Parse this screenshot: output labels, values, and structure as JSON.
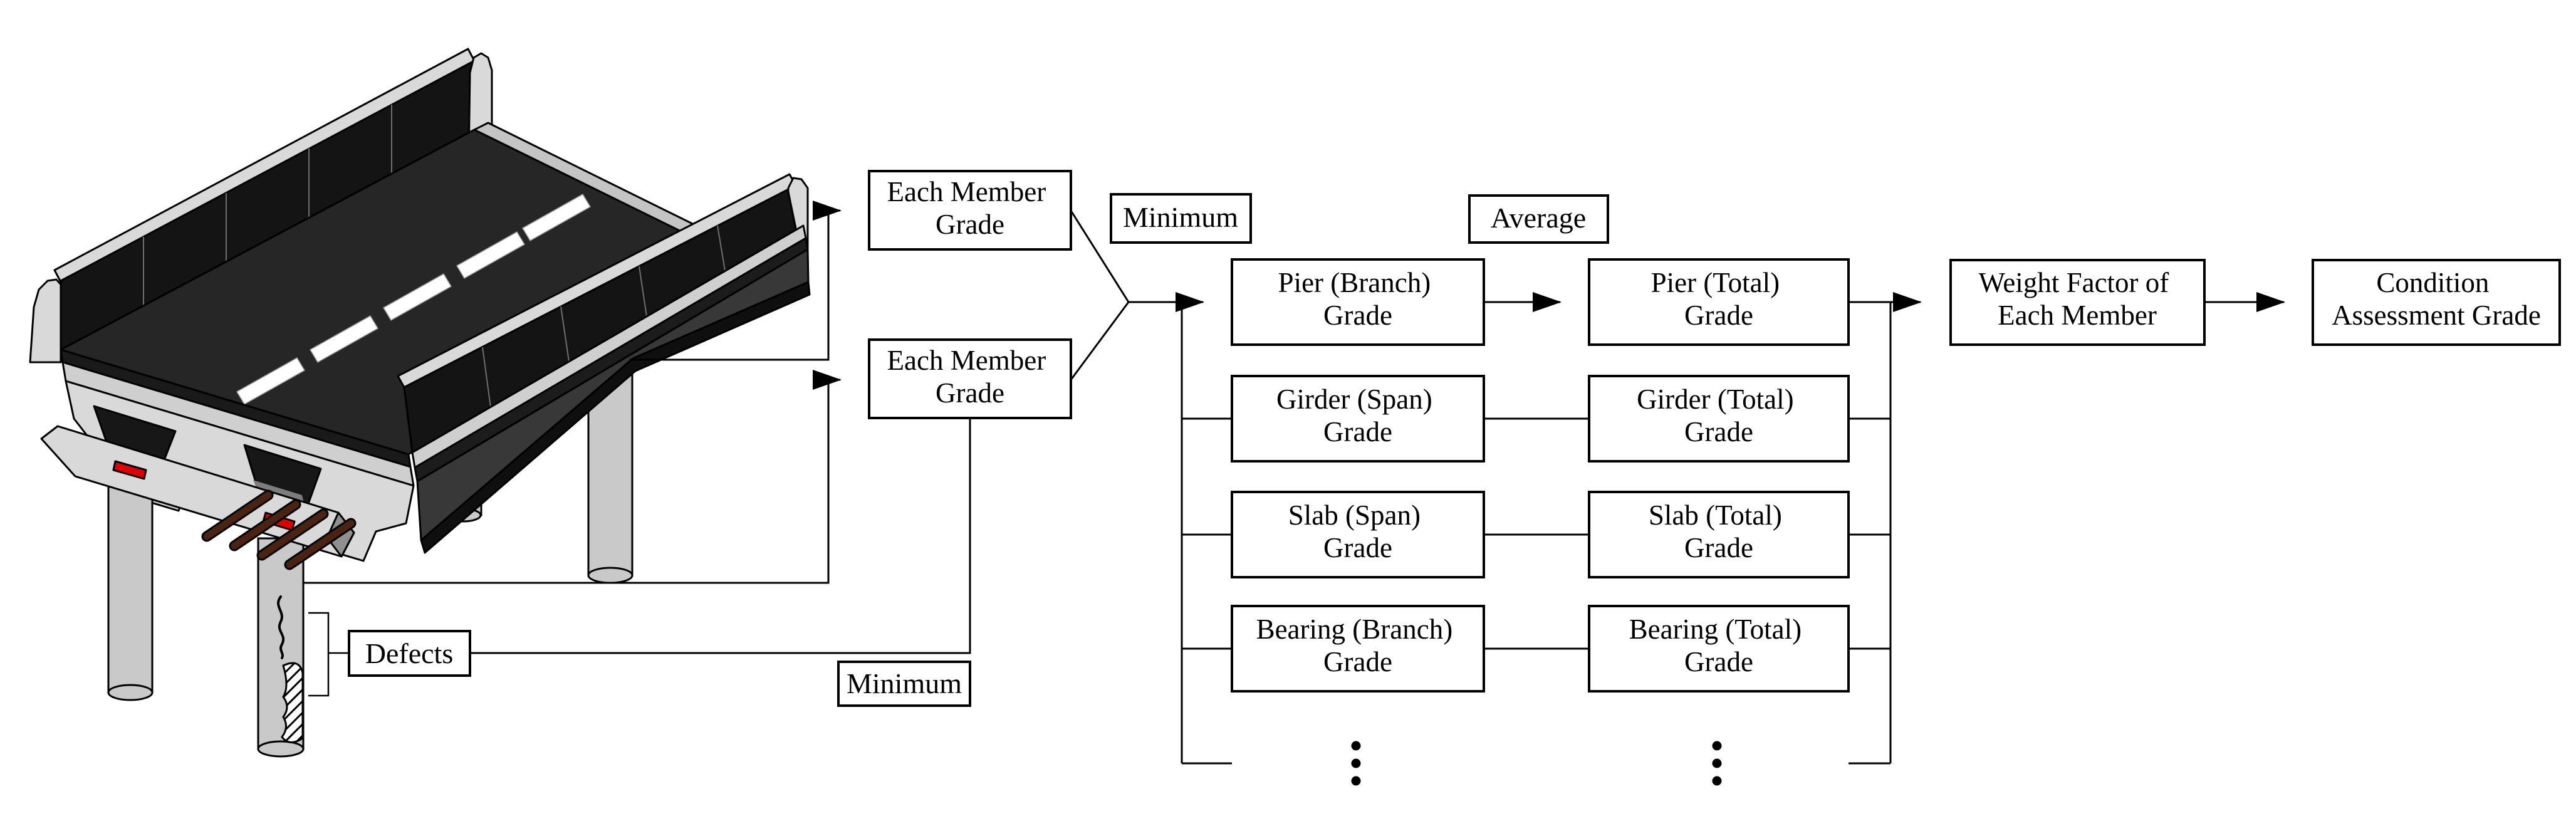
{
  "figure": {
    "type": "flowchart",
    "background": "#ffffff",
    "line_color": "#000000"
  },
  "bridge_colors": {
    "asphalt": "#262626",
    "barrier_wall": "#141414",
    "concrete_light": "#d9d9d9",
    "concrete_mid": "#c9c9c9",
    "slab_band": "#cfcfcf",
    "soffit_shadow": "#383838",
    "soffit_dark": "#0f0f0f",
    "box_void": "#171717",
    "box_floor": "#7d7d7d",
    "bearing_pad_red": "#e10000",
    "dowel_brown": "#4a2410",
    "lane_marking": "#ffffff"
  },
  "nodes": {
    "each_member_grade_1": {
      "line1": "Each Member",
      "line2": "Grade"
    },
    "each_member_grade_2": {
      "line1": "Each Member",
      "line2": "Grade"
    },
    "pier_branch": {
      "line1": "Pier (Branch)",
      "line2": "Grade"
    },
    "pier_total": {
      "line1": "Pier (Total)",
      "line2": "Grade"
    },
    "girder_span": {
      "line1": "Girder (Span)",
      "line2": "Grade"
    },
    "girder_total": {
      "line1": "Girder (Total)",
      "line2": "Grade"
    },
    "slab_span": {
      "line1": "Slab (Span)",
      "line2": "Grade"
    },
    "slab_total": {
      "line1": "Slab (Total)",
      "line2": "Grade"
    },
    "bearing_branch": {
      "line1": "Bearing (Branch)",
      "line2": "Grade"
    },
    "bearing_total": {
      "line1": "Bearing (Total)",
      "line2": "Grade"
    },
    "weight_factor": {
      "line1": "Weight Factor of",
      "line2": "Each Member"
    },
    "condition_assessment": {
      "line1": "Condition",
      "line2": "Assessment Grade"
    },
    "defects": {
      "label": "Defects"
    }
  },
  "operators": {
    "minimum_top": "Minimum",
    "minimum_bottom": "Minimum",
    "average": "Average"
  },
  "ellipsis": "⋮"
}
